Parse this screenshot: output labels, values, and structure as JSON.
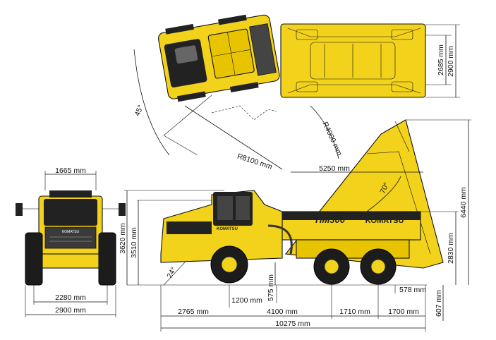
{
  "brand": "KOMATSU",
  "model": "HM300",
  "colors": {
    "body": "#f2d21a",
    "outline": "#111111",
    "tyre": "#1c1c1c"
  },
  "dimensions": {
    "top_cab_width": "2685 mm",
    "top_overall_width": "2900 mm",
    "turn_radius_outer": "R8100 mm",
    "turn_radius_inner": "R4000 mm",
    "articulation_angle": "45°",
    "front_width_top": "1665 mm",
    "front_track": "2280 mm",
    "front_overall_width": "2900 mm",
    "wheelbase_body": "5250 mm",
    "dump_angle": "70°",
    "dump_height": "6440 mm",
    "overall_height": "3620 mm",
    "cab_height": "3510 mm",
    "bed_height": "2830 mm",
    "approach_angle": "24°",
    "ground_clearance": "575 mm",
    "rear_clearance": "578 mm",
    "ground_bed_clearance": "607 mm",
    "front_offset": "1200 mm",
    "front_overhang": "2765 mm",
    "wheelbase_front": "4100 mm",
    "tandem": "1710 mm",
    "rear_overhang": "1700 mm",
    "overall_length": "10275 mm"
  }
}
